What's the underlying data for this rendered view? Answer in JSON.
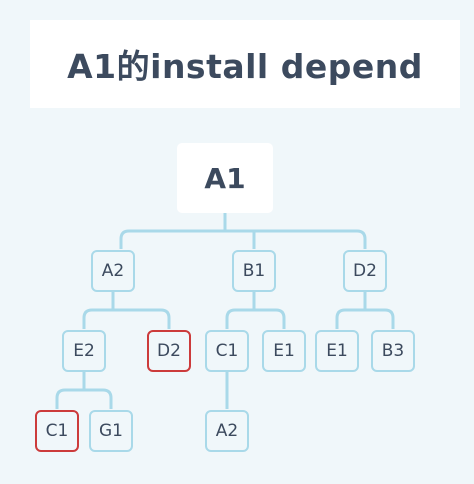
{
  "title": "A1的install depend",
  "root": "A1",
  "nodes": {
    "a2": "A2",
    "b1": "B1",
    "d2_top": "D2",
    "e2": "E2",
    "d2_dup": "D2",
    "c1_b": "C1",
    "e1_b": "E1",
    "e1_d": "E1",
    "b3": "B3",
    "c1_dup": "C1",
    "g1": "G1",
    "a2_c": "A2"
  },
  "colors": {
    "background": "#f0f7fa",
    "text": "#3c4a5e",
    "node_border": "#a9d9e9",
    "duplicate_border": "#cc3b3b",
    "panel": "#ffffff"
  }
}
